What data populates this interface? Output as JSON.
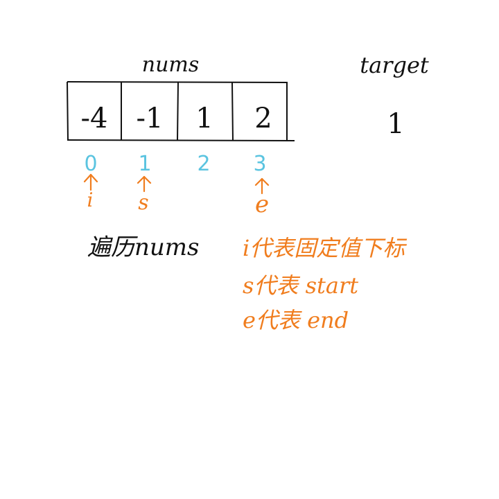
{
  "array_label": "nums",
  "target_label": "target",
  "target_value": "1",
  "cells": [
    "-4",
    "-1",
    "1",
    "2"
  ],
  "indices": [
    "0",
    "1",
    "2",
    "3"
  ],
  "pointers": [
    {
      "label": "i",
      "index": 0
    },
    {
      "label": "s",
      "index": 1
    },
    {
      "label": "e",
      "index": 3
    }
  ],
  "caption": "遍历nums",
  "notes": [
    "i代表固定值下标",
    "s代表 start",
    "e代表 end"
  ],
  "colors": {
    "ink": "#111111",
    "index": "#5bc4e0",
    "pointer": "#f07d1e"
  }
}
